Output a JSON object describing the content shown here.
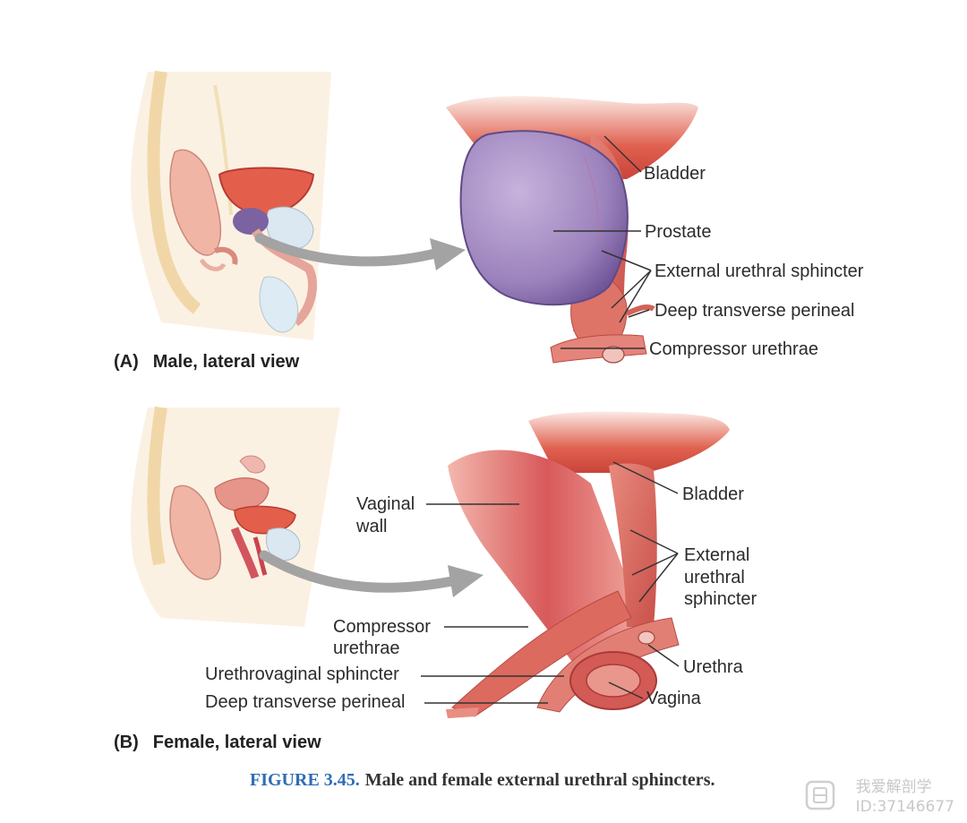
{
  "panel_a": {
    "letter": "(A)",
    "title": "Male, lateral view",
    "labels": {
      "bladder": "Bladder",
      "prostate": "Prostate",
      "external_urethral_sphincter": "External urethral sphincter",
      "deep_transverse_perineal": "Deep transverse perineal",
      "compressor_urethrae": "Compressor urethrae"
    }
  },
  "panel_b": {
    "letter": "(B)",
    "title": "Female, lateral view",
    "labels": {
      "vaginal_wall_1": "Vaginal",
      "vaginal_wall_2": "wall",
      "bladder": "Bladder",
      "external_1": "External",
      "external_2": "urethral",
      "external_3": "sphincter",
      "compressor_1": "Compressor",
      "compressor_2": "urethrae",
      "urethrovaginal_sphincter": "Urethrovaginal sphincter",
      "deep_transverse_perineal": "Deep transverse perineal",
      "urethra": "Urethra",
      "vagina": "Vagina"
    }
  },
  "caption": {
    "figure": "FIGURE 3.45.",
    "text": "Male and female external urethral sphincters."
  },
  "watermark": {
    "line1": "我爱解剖学",
    "line2": "ID:37146677"
  },
  "colors": {
    "muscle": "#d9675e",
    "muscle_dark": "#c44a44",
    "prostate": "#9a7fb8",
    "arrow": "#9a9a9a",
    "leader": "#333333",
    "figure_blue": "#2e6db4"
  }
}
